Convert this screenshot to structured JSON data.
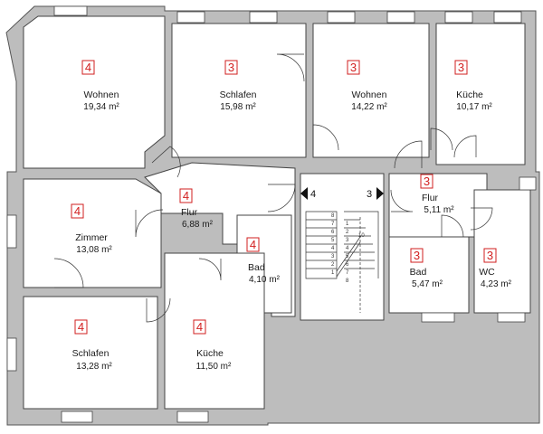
{
  "rooms": [
    {
      "id": "wohnen-nw",
      "name": "Wohnen",
      "area": "19,34 m²",
      "badge": "4"
    },
    {
      "id": "schlafen-n",
      "name": "Schlafen",
      "area": "15,98 m²",
      "badge": "3"
    },
    {
      "id": "wohnen-n",
      "name": "Wohnen",
      "area": "14,22 m²",
      "badge": "3"
    },
    {
      "id": "kueche-ne",
      "name": "Küche",
      "area": "10,17 m²",
      "badge": "3"
    },
    {
      "id": "flur-w",
      "name": "Flur",
      "area": "6,88 m²",
      "badge": "4"
    },
    {
      "id": "flur-e",
      "name": "Flur",
      "area": "5,11 m²",
      "badge": "3"
    },
    {
      "id": "zimmer",
      "name": "Zimmer",
      "area": "13,08 m²",
      "badge": "4"
    },
    {
      "id": "bad-w",
      "name": "Bad",
      "area": "4,10 m²",
      "badge": "4"
    },
    {
      "id": "bad-e",
      "name": "Bad",
      "area": "5,47 m²",
      "badge": "3"
    },
    {
      "id": "wc",
      "name": "WC",
      "area": "4,23 m²",
      "badge": "3"
    },
    {
      "id": "schlafen-sw",
      "name": "Schlafen",
      "area": "13,28 m²",
      "badge": "4"
    },
    {
      "id": "kueche-s",
      "name": "Küche",
      "area": "11,50 m²",
      "badge": "4"
    }
  ],
  "stair_arrows": {
    "left": "4",
    "right": "3"
  },
  "stairs": {
    "left_steps": [
      "8",
      "7",
      "6",
      "5",
      "4",
      "3",
      "2",
      "1"
    ],
    "right_steps": [
      "1",
      "2",
      "3",
      "4",
      "5",
      "6",
      "7",
      "8"
    ],
    "landing_mark": "10"
  }
}
